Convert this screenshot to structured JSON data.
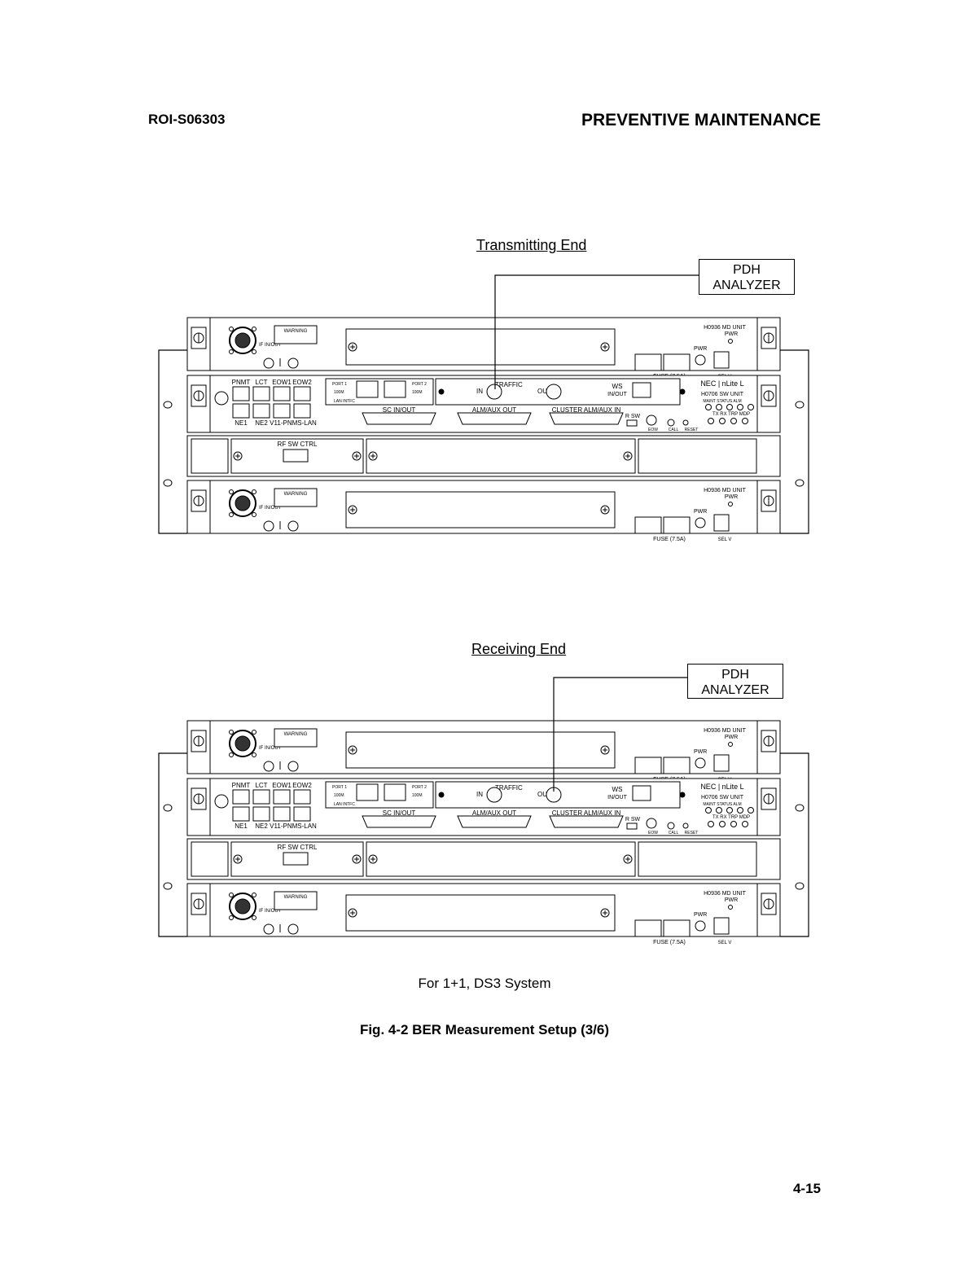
{
  "header": {
    "doc_id": "ROI-S06303",
    "section": "PREVENTIVE MAINTENANCE"
  },
  "setups": [
    {
      "label": "Transmitting End",
      "analyzer": [
        "PDH",
        "ANALYZER"
      ],
      "traffic_port": "IN"
    },
    {
      "label": "Receiving End",
      "analyzer": [
        "PDH",
        "ANALYZER"
      ],
      "traffic_port": "OUT"
    }
  ],
  "rack": {
    "md_unit": {
      "model": "H0936 MD UNIT",
      "pwr": "PWR",
      "warning": "WARNING",
      "if_port": "IF IN/OUT",
      "fuse": "FUSE (7.5A)",
      "sel_v": "SEL V"
    },
    "sw_unit": {
      "ports_top": [
        "PNMT",
        "LCT",
        "EOW1",
        "EOW2"
      ],
      "ports_bottom": [
        "NE1",
        "NE2",
        "V11-PNMS-LAN"
      ],
      "port1": "PORT 1",
      "port2": "PORT 2",
      "speed": "100M",
      "lan_intfc": "LAN INTFC",
      "traffic": "TRAFFIC",
      "in": "IN",
      "out": "OUT",
      "ws": "WS",
      "ws_inout": "IN/OUT",
      "connectors": [
        "SC IN/OUT",
        "ALM/AUX OUT",
        "CLUSTER ALM/AUX IN"
      ],
      "brand": "NEC | nLite L",
      "model": "H0706 SW UNIT",
      "status_labels": "MAINT STATUS ALM",
      "led_labels": "TX  RX  TRP MDP",
      "r_sw": "R SW",
      "buttons": [
        "EOW",
        "CALL",
        "RESET"
      ]
    },
    "rf_sw": {
      "label": "RF SW CTRL"
    }
  },
  "caption": "For 1+1,  DS3 System",
  "figure_title": "Fig. 4-2  BER Measurement Setup (3/6)",
  "page_number": "4-15"
}
